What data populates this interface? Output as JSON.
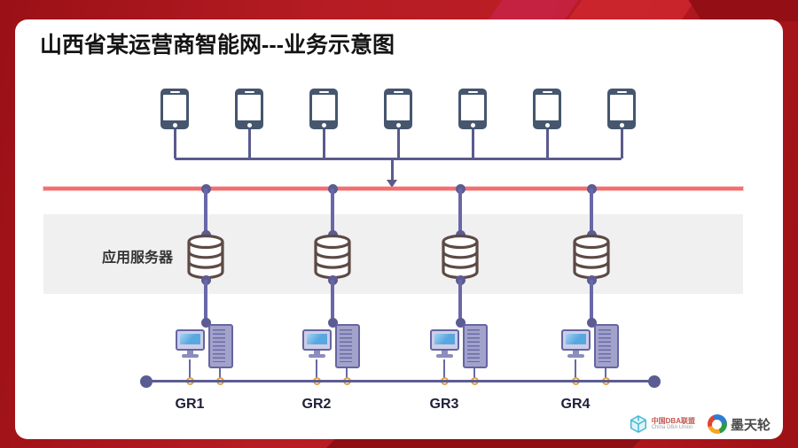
{
  "slide": {
    "title": "山西省某运营商智能网---业务示意图"
  },
  "diagram": {
    "band_label": "应用服务器",
    "phone_count": 7,
    "groups": [
      {
        "label": "GR1"
      },
      {
        "label": "GR2"
      },
      {
        "label": "GR3"
      },
      {
        "label": "GR4"
      }
    ]
  },
  "footer": {
    "dba_logo": {
      "line1": "中国DBA联盟",
      "line2": "China DBA Union"
    },
    "modb_logo": {
      "text": "墨天轮"
    }
  },
  "icons": {
    "smartphone": "smartphone-icon",
    "database": "database-icon",
    "monitor": "monitor-icon",
    "server_rack": "server-rack-icon",
    "down_arrow": "down-arrow-icon",
    "cube_logo": "cube-logo-icon",
    "ring_logo": "ring-logo-icon"
  },
  "colors": {
    "frame_red": "#a8161d",
    "red_line": "#f47070",
    "phone_dark": "#46566e",
    "bus_line": "#5b5b8d",
    "connector": "#6868a8",
    "node": "#5c5c94",
    "db_outline": "#5d4a45",
    "band_gray": "#f0f0f0",
    "lavender": "#a2a2cb",
    "device_border": "#6565a2",
    "screen_blue": "#58a8e0",
    "dot_orange": "#e0a23c"
  }
}
